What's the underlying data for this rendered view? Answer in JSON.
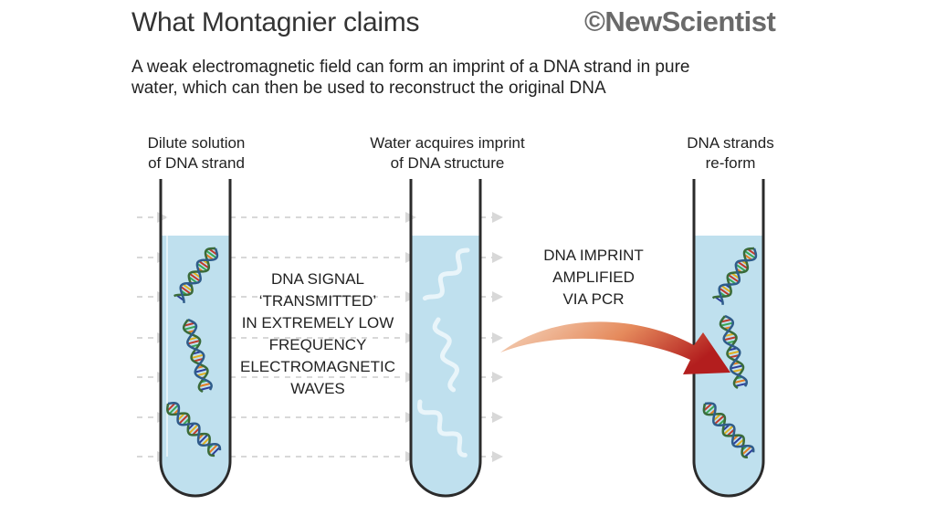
{
  "header": {
    "title": "What Montagnier claims",
    "brand": "©NewScientist",
    "subtitle_line1": "A weak electromagnetic field can form an imprint of a DNA strand in pure",
    "subtitle_line2": "water, which can then be used to reconstruct the original DNA"
  },
  "tubes": [
    {
      "label_line1": "Dilute solution",
      "label_line2": "of DNA strand"
    },
    {
      "label_line1": "Water acquires imprint",
      "label_line2": "of DNA structure"
    },
    {
      "label_line1": "DNA strands",
      "label_line2": "re-form"
    }
  ],
  "signal_text": [
    "DNA SIGNAL",
    "‘TRANSMITTED’",
    "IN EXTREMELY LOW",
    "FREQUENCY",
    "ELECTROMAGNETIC",
    "WAVES"
  ],
  "amplify_text": [
    "DNA IMPRINT",
    "AMPLIFIED",
    "VIA PCR"
  ],
  "colors": {
    "liquid": "#bfe0ee",
    "tube_outline": "#2b2b2b",
    "arrow_start": "#f6d9c2",
    "arrow_end": "#b31e1e",
    "dashes": "#d8d8d8"
  }
}
